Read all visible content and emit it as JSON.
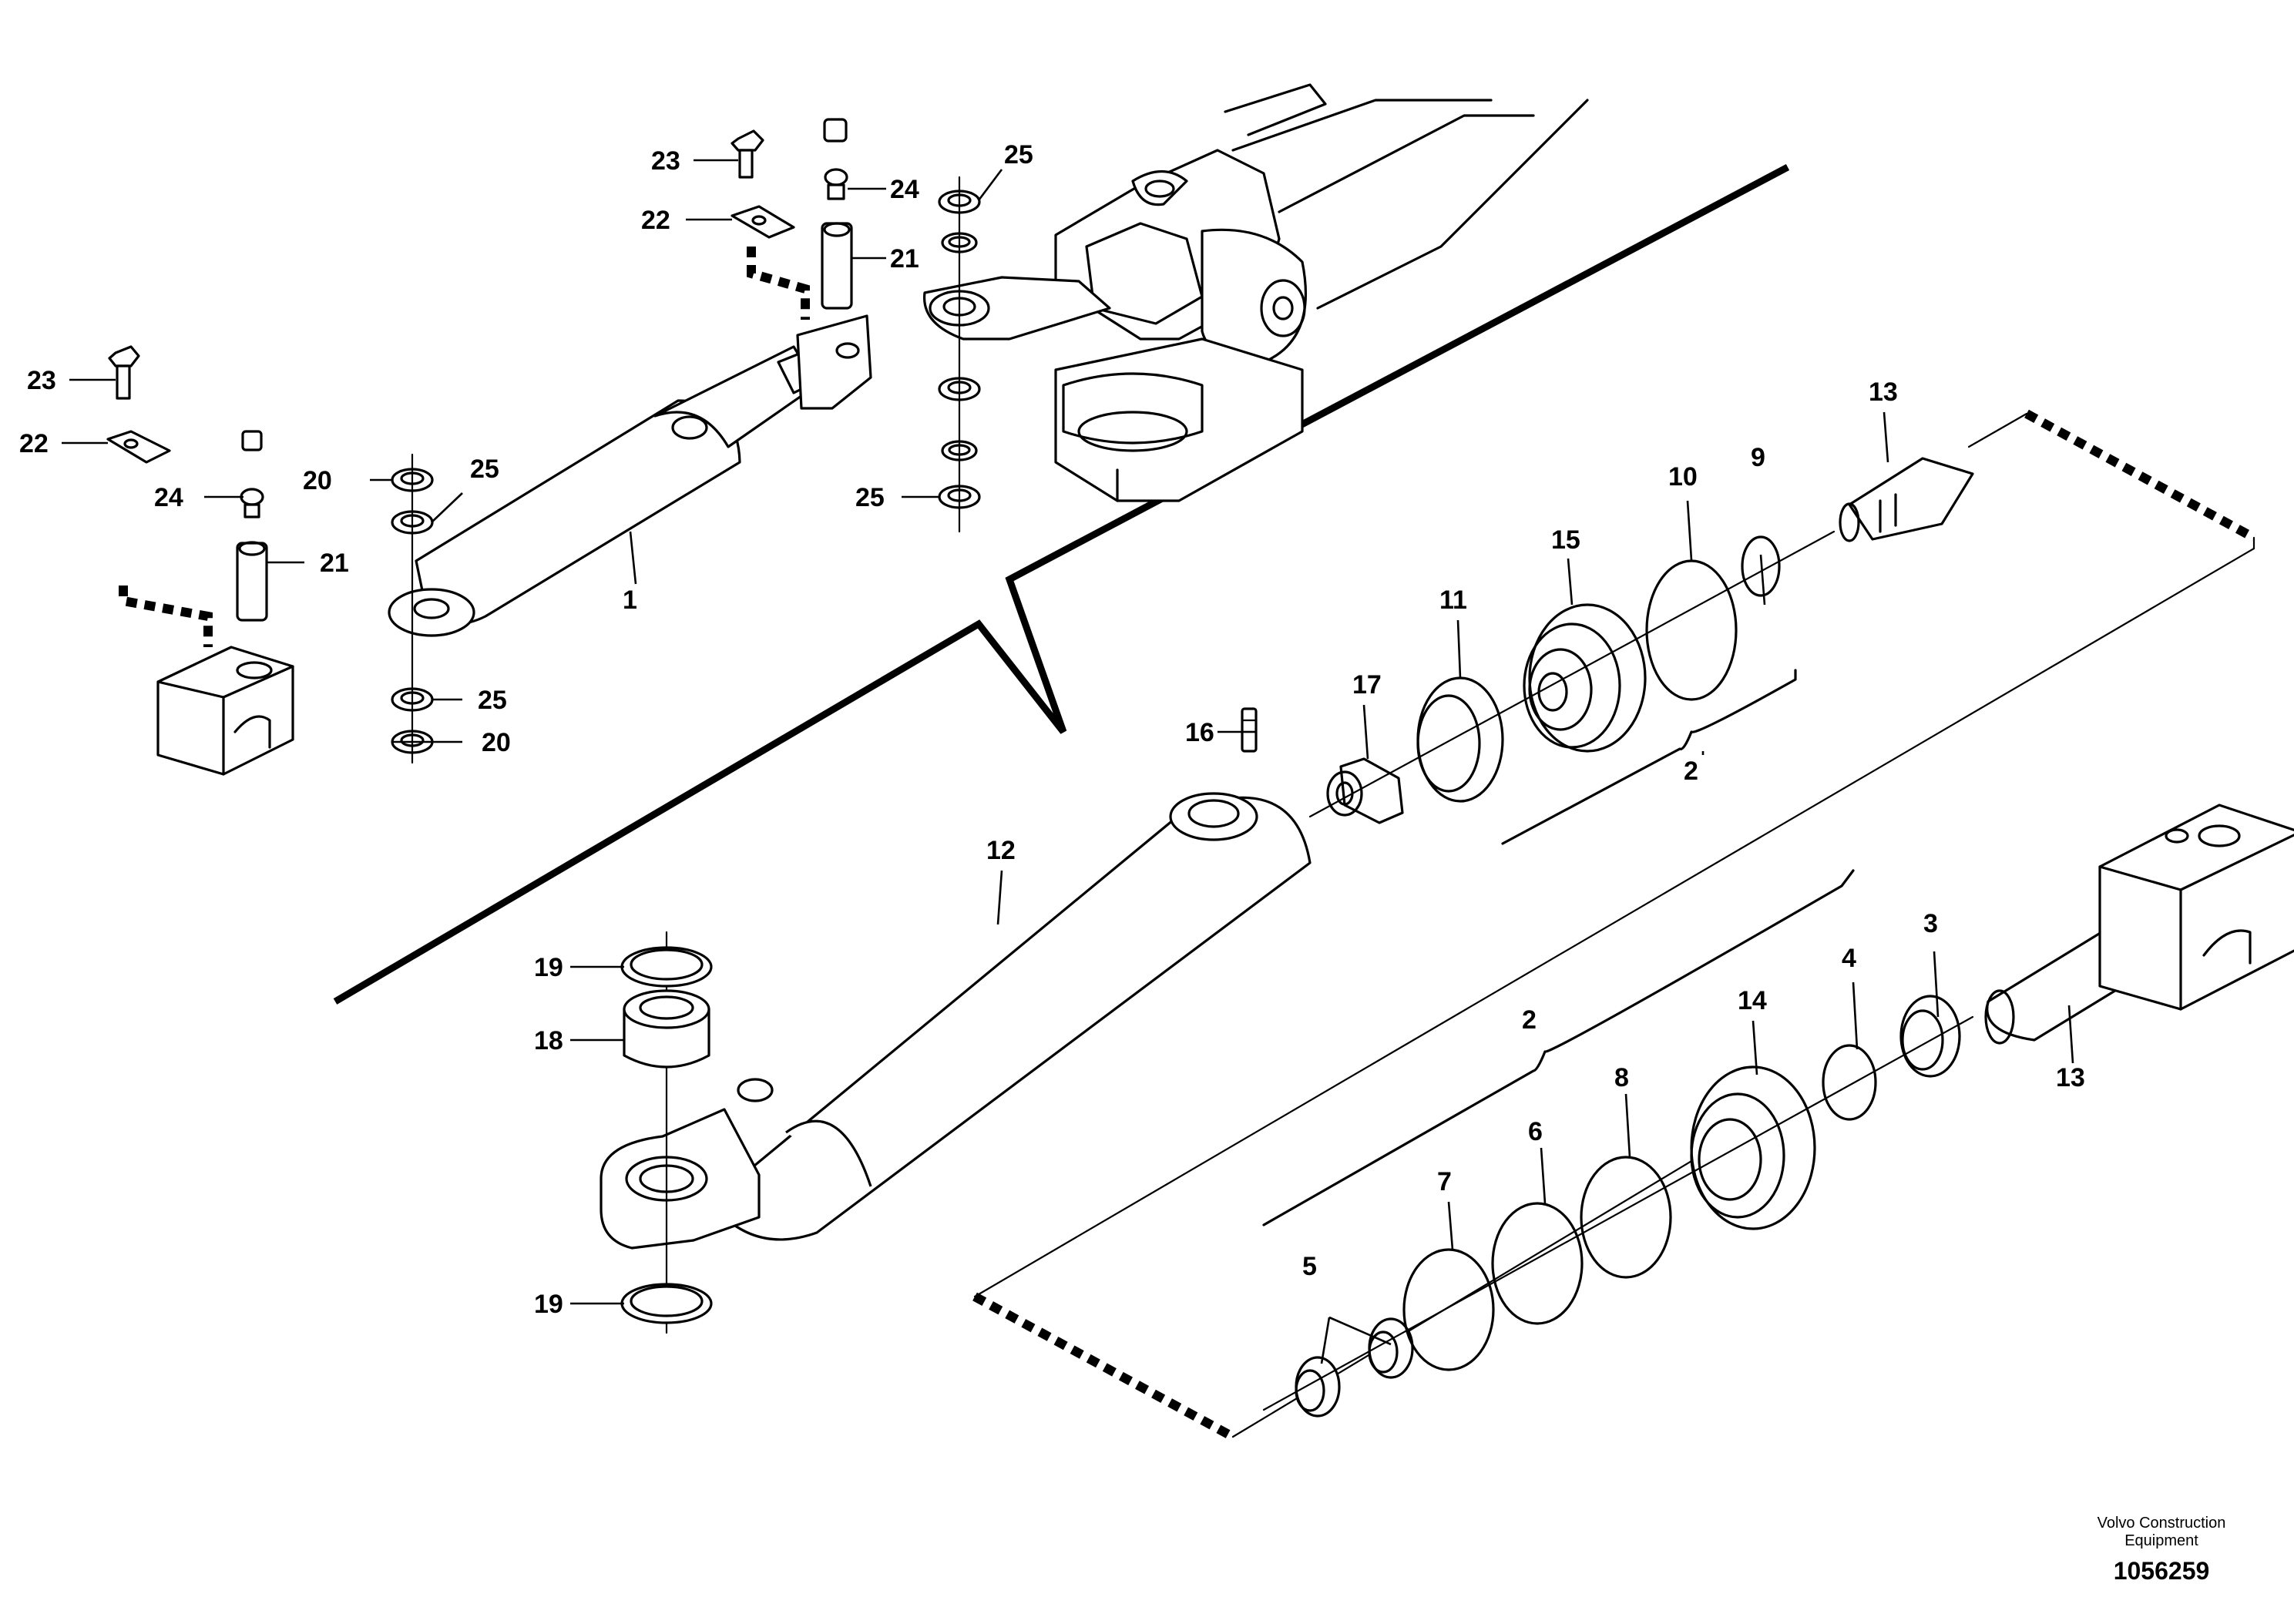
{
  "diagram": {
    "callouts": {
      "c1": "1",
      "c2a": "2",
      "c2b": "2",
      "c3": "3",
      "c4": "4",
      "c5": "5",
      "c6": "6",
      "c7": "7",
      "c8": "8",
      "c9": "9",
      "c10": "10",
      "c11": "11",
      "c12": "12",
      "c13a": "13",
      "c13b": "13",
      "c14": "14",
      "c15": "15",
      "c16": "16",
      "c17": "17",
      "c18": "18",
      "c19a": "19",
      "c19b": "19",
      "c20a": "20",
      "c20b": "20",
      "c21a": "21",
      "c21b": "21",
      "c22a": "22",
      "c22b": "22",
      "c23a": "23",
      "c23b": "23",
      "c24a": "24",
      "c24b": "24",
      "c25a": "25",
      "c25b": "25",
      "c25c": "25",
      "c25d": "25"
    },
    "footer": {
      "brand_line1": "Volvo Construction",
      "brand_line2": "Equipment",
      "drawing_number": "1056259"
    }
  }
}
